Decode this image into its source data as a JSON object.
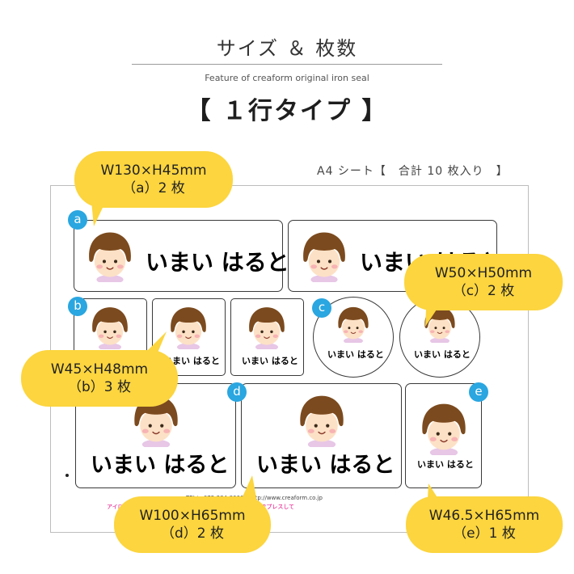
{
  "header": {
    "title": "サイズ ＆ 枚数",
    "subtitle": "Feature of creaform original iron seal",
    "type_title": "【 １行タイプ 】"
  },
  "sheet": {
    "caption": "A4 シート【　合計 10 枚入り　】",
    "footer_tel": "TEL： 072-284-8660　http://www.creaform.co.jp",
    "footer_note": "アイロン… ぜ離した後、プレスシートをあてでからアイロンでプレスして"
  },
  "labels": {
    "name": "いまい はると"
  },
  "markers": {
    "a": "a",
    "b": "b",
    "c": "c",
    "d": "d",
    "e": "e"
  },
  "callouts": {
    "a": {
      "size": "W130×H45mm",
      "count": "（a）2 枚"
    },
    "b": {
      "size": "W45×H48mm",
      "count": "（b）3 枚"
    },
    "c": {
      "size": "W50×H50mm",
      "count": "（c）2 枚"
    },
    "d": {
      "size": "W100×H65mm",
      "count": "（d）2 枚"
    },
    "e": {
      "size": "W46.5×H65mm",
      "count": "（e）1 枚"
    }
  },
  "colors": {
    "callout": "#fcd53f",
    "marker": "#2aa6e0",
    "hair": "#7b4a1e",
    "skin": "#fde1c6",
    "note": "#e4007f"
  },
  "icons": [
    "kid-face-icon"
  ]
}
